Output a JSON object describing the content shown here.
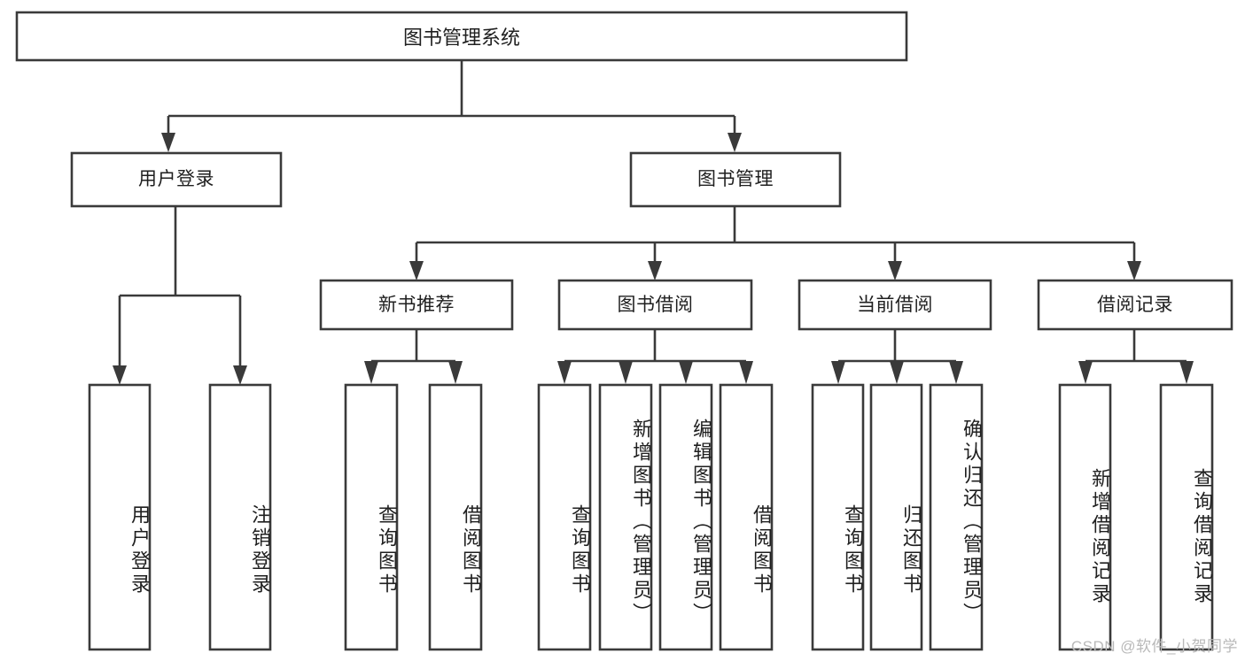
{
  "diagram": {
    "type": "tree-hierarchy-chart",
    "title": "图书管理系统",
    "watermark": "CSDN @软件_小贺同学",
    "colors": {
      "stroke": "#3a3a3a",
      "fill": "#ffffff",
      "text": "#1f1f1f",
      "watermark": "#b9b9b9"
    },
    "levels": {
      "root": {
        "label": "图书管理系统"
      },
      "level2": [
        {
          "label": "用户登录"
        },
        {
          "label": "图书管理"
        }
      ],
      "level3": [
        {
          "label": "新书推荐"
        },
        {
          "label": "图书借阅"
        },
        {
          "label": "当前借阅"
        },
        {
          "label": "借阅记录"
        }
      ],
      "leaves": {
        "user_login": [
          {
            "label": "用户登录"
          },
          {
            "label": "注销登录"
          }
        ],
        "new_book_recommend": [
          {
            "label": "查询图书"
          },
          {
            "label": "借阅图书"
          }
        ],
        "book_borrow": [
          {
            "label": "查询图书"
          },
          {
            "label": "新增图书（管理员）"
          },
          {
            "label": "编辑图书（管理员）"
          },
          {
            "label": "借阅图书"
          }
        ],
        "current_borrow": [
          {
            "label": "查询图书"
          },
          {
            "label": "归还图书"
          },
          {
            "label": "确认归还（管理员）"
          }
        ],
        "borrow_record": [
          {
            "label": "新增借阅记录"
          },
          {
            "label": "查询借阅记录"
          }
        ]
      }
    }
  }
}
